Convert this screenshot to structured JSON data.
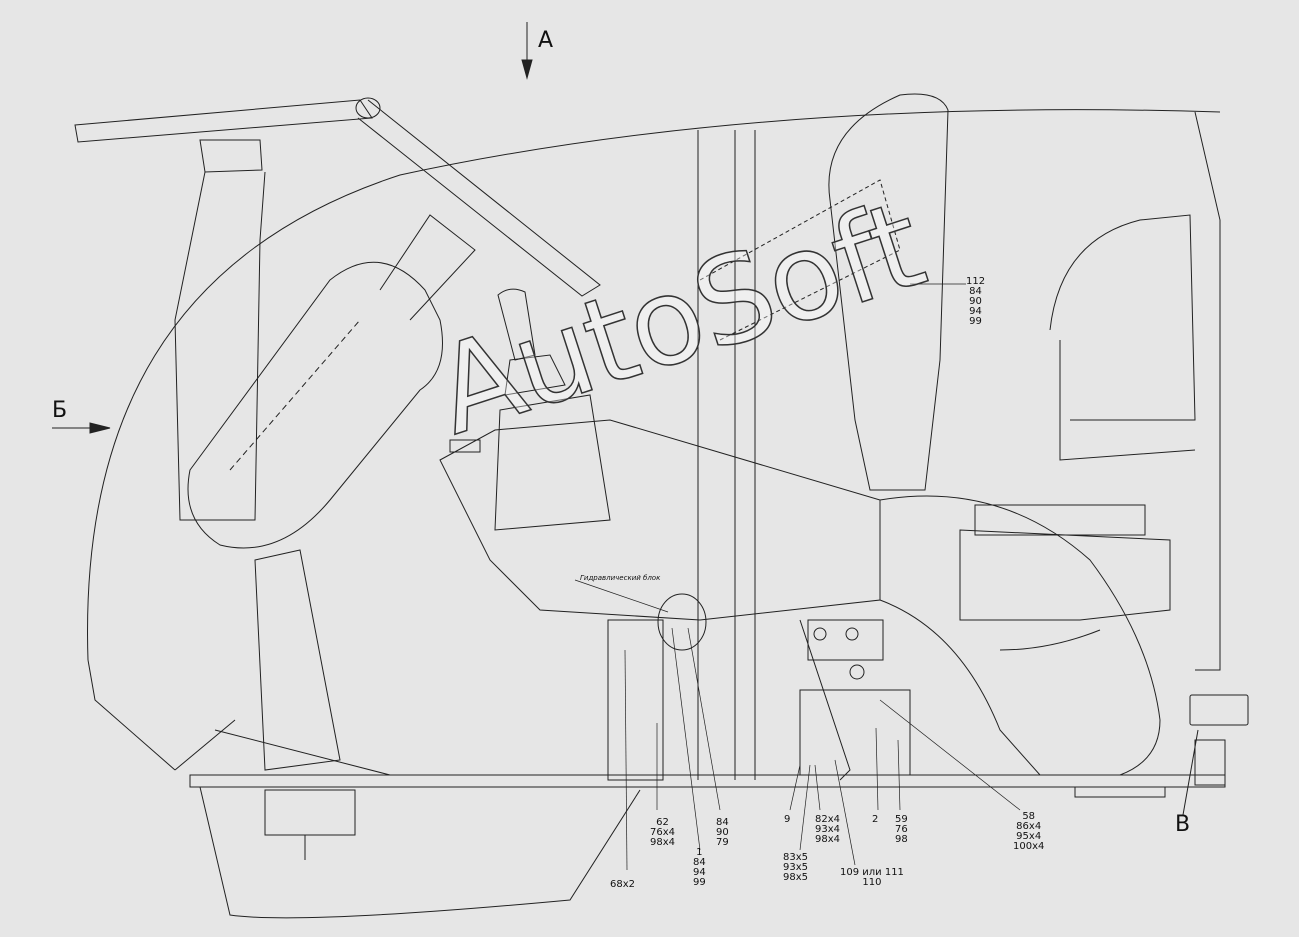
{
  "view_labels": {
    "view_a": "А",
    "view_b": "Б",
    "view_v": "В"
  },
  "note": "Гидравлический блок",
  "watermark": "AutoSoft",
  "callouts": {
    "c112": "112\n84\n90\n94\n99",
    "c62": "62\n76x4\n98x4",
    "c68": "68x2",
    "c1": "1\n84\n94\n99",
    "c84": "84\n90\n79",
    "c9": "9",
    "c82": "82x4\n93x4\n98x4",
    "c83": "83x5\n93x5\n98x5",
    "c109": "109 или 111\n110",
    "c2": "2",
    "c59": "59\n76\n98",
    "c58": "58\n86x4\n95x4\n100x4"
  },
  "colors": {
    "background": "#e6e6e6",
    "line": "#222222"
  }
}
